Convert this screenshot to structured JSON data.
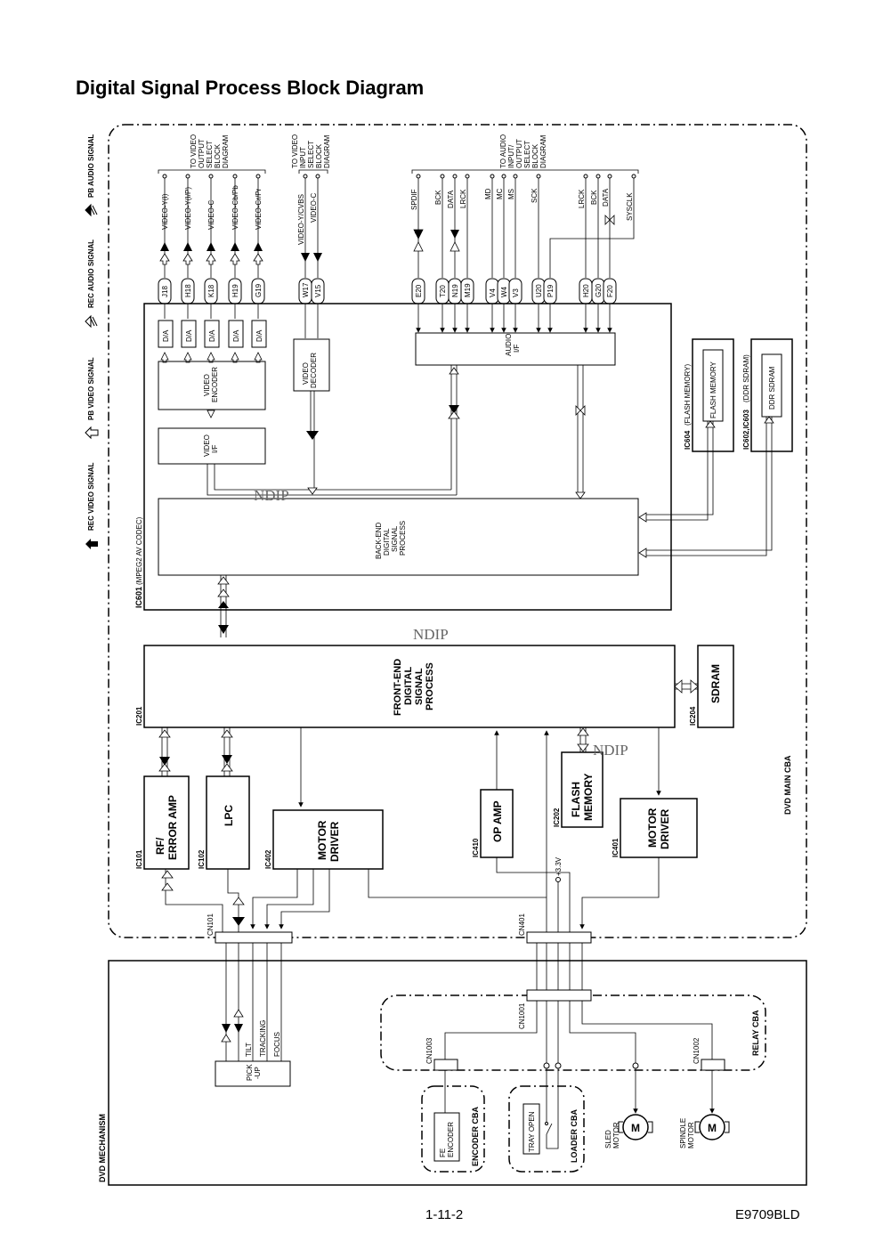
{
  "title": "Digital Signal Process Block Diagram",
  "footer": {
    "page_number": "1-11-2",
    "model": "E9709BLD"
  },
  "legend": {
    "rec_video": "REC VIDEO SIGNAL",
    "pb_video": "PB VIDEO SIGNAL",
    "rec_audio": "REC AUDIO SIGNAL",
    "pb_audio": "PB AUDIO SIGNAL"
  },
  "regions": {
    "dvd_main_cba": "DVD MAIN CBA",
    "dvd_mechanism": "DVD MECHANISM",
    "relay_cba": "RELAY CBA",
    "encoder_cba": "ENCODER CBA",
    "loader_cba": "LOADER CBA"
  },
  "external_groups": {
    "to_video_output": [
      "TO VIDEO",
      "OUTPUT",
      "SELECT",
      "BLOCK",
      "DIAGRAM"
    ],
    "to_video_input": [
      "TO VIDEO",
      "INPUT",
      "SELECT",
      "BLOCK",
      "DIAGRAM"
    ],
    "to_audio": [
      "TO AUDIO",
      "INPUT/",
      "OUTPUT",
      "SELECT",
      "BLOCK",
      "DIAGRAM"
    ]
  },
  "video_out_signals": [
    "VIDEO-Y(I)",
    "VIDEO-Y(I/P)",
    "VIDEO-C",
    "VIDEO-Cb/Pb",
    "VIDEO-Cr/Pr"
  ],
  "video_out_pins": [
    "J18",
    "H18",
    "K18",
    "H19",
    "G19"
  ],
  "video_in_signals": [
    "VIDEO-Y/CVBS",
    "VIDEO-C"
  ],
  "video_in_pins": [
    "W17",
    "V15"
  ],
  "audio_signals": [
    "SPDIF",
    "BCK",
    "DATA",
    "LRCK",
    "MD",
    "MC",
    "MS",
    "SCK",
    "LRCK",
    "BCK",
    "DATA",
    "SYSCLK"
  ],
  "audio_pins": [
    "E20",
    "T20",
    "N19",
    "M19",
    "V4",
    "W4",
    "V3",
    "U20",
    "P19",
    "H20",
    "G20",
    "F20"
  ],
  "da_label": "D/A",
  "blocks": {
    "video_encoder": [
      "VIDEO",
      "ENCODER"
    ],
    "video_if": [
      "VIDEO",
      "I/F"
    ],
    "video_decoder": [
      "VIDEO",
      "DECODER"
    ],
    "audio_if": [
      "AUDIO",
      "I/F"
    ],
    "back_end": [
      "BACK-END",
      "DIGITAL",
      "SIGNAL",
      "PROCESS"
    ],
    "front_end": [
      "FRONT-END",
      "DIGITAL",
      "SIGNAL",
      "PROCESS"
    ],
    "flash_memory_604": "FLASH MEMORY",
    "ddr_sdram": "DDR SDRAM",
    "sdram": "SDRAM",
    "rf_error_amp": [
      "RF/",
      "ERROR AMP"
    ],
    "lpc": "LPC",
    "motor_driver": [
      "MOTOR",
      "DRIVER"
    ],
    "op_amp": "OP AMP",
    "flash_memory_202": [
      "FLASH",
      "MEMORY"
    ],
    "pickup": [
      "PICK",
      "-UP"
    ],
    "fe_encoder": [
      "FE",
      "ENCODER"
    ],
    "tray_open": "TRAY OPEN",
    "sled_motor": [
      "SLED",
      "MOTOR"
    ],
    "spindle_motor": [
      "SPINDLE",
      "MOTOR"
    ],
    "motor_symbol": "M"
  },
  "ic_labels": {
    "ic601": "IC601",
    "ic601_name": "(MPEG2 AV CODEC)",
    "ic604": "IC604",
    "ic604_name": "(FLASH MEMORY)",
    "ic602": "IC602,IC603",
    "ic602_name": "(DDR SDRAM)",
    "ic201": "IC201",
    "ic204": "IC204",
    "ic101": "IC101",
    "ic102": "IC102",
    "ic402": "IC402",
    "ic410": "IC410",
    "ic202": "IC202",
    "ic401": "IC401"
  },
  "connectors": {
    "cn101": "CN101",
    "cn401": "CN401",
    "cn1001": "CN1001",
    "cn1002": "CN1002",
    "cn1003": "CN1003"
  },
  "pickup_signals": [
    "TILT",
    "TRACKING",
    "FOCUS"
  ],
  "power_label": "+3.3V",
  "watermark": "NDIP"
}
